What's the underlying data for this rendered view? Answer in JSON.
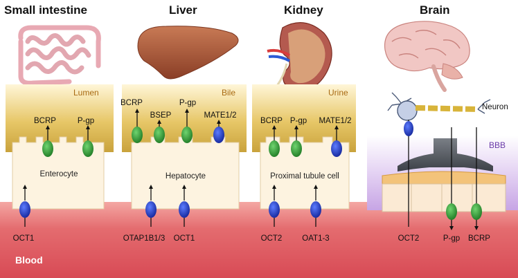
{
  "blood_label": "Blood",
  "colors": {
    "efflux_green": "#2e8b2e",
    "uptake_blue": "#1f3fbf",
    "lumen_gold": "#d6b44a",
    "blood_red": "#e0656a",
    "bbb_purple": "#c9a8e6",
    "zone_text": "#a86a12"
  },
  "panels": [
    {
      "title": "Small intestine",
      "organ_icon": "intestine-icon",
      "zone_label": "Lumen",
      "cell_label": "Enterocyte",
      "efflux": [
        "BCRP",
        "P-gp"
      ],
      "uptake": [
        "OCT1"
      ]
    },
    {
      "title": "Liver",
      "organ_icon": "liver-icon",
      "zone_label": "Bile",
      "cell_label": "Hepatocyte",
      "efflux": [
        "BCRP",
        "BSEP",
        "P-gp",
        "MATE1/2"
      ],
      "uptake": [
        "OTAP1B1/3",
        "OCT1"
      ]
    },
    {
      "title": "Kidney",
      "organ_icon": "kidney-icon",
      "zone_label": "Urine",
      "cell_label": "Proximal tubule cell",
      "efflux": [
        "BCRP",
        "P-gp",
        "MATE1/2"
      ],
      "uptake": [
        "OCT2",
        "OAT1-3"
      ]
    },
    {
      "title": "Brain",
      "organ_icon": "brain-icon",
      "neuron_label": "Neuron",
      "barrier_label": "BBB",
      "transporters": [
        "OCT2",
        "P-gp",
        "BCRP"
      ]
    }
  ]
}
